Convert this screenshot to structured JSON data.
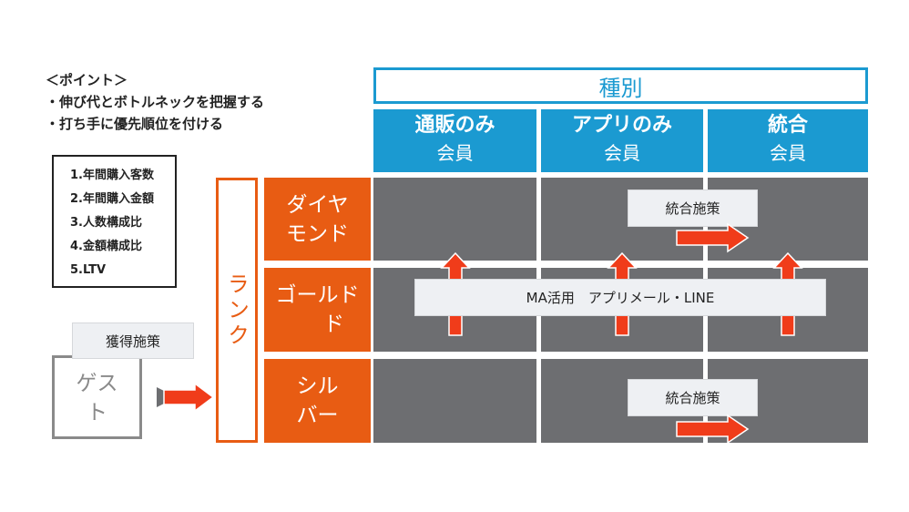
{
  "points": {
    "heading": "＜ポイント＞",
    "items": [
      "・伸び代とボトルネックを把握する",
      "・打ち手に優先順位を付ける"
    ]
  },
  "kpis": [
    "1.年間購入客数",
    "2.年間購入金額",
    "3.人数構成比",
    "4.金額構成比",
    "5.LTV"
  ],
  "category_header": "種別",
  "columns": [
    {
      "title": "通販のみ",
      "sub": "会員"
    },
    {
      "title": "アプリのみ",
      "sub": "会員"
    },
    {
      "title": "統合",
      "sub": "会員"
    }
  ],
  "rank_label": "ランク",
  "rows": [
    {
      "line1": "ダイヤ",
      "line2": "モンド"
    },
    {
      "line1": "ゴールド",
      "line2": ""
    },
    {
      "line1": "シル",
      "line2": "バー"
    }
  ],
  "measures": {
    "integrated_top": "統合施策",
    "ma": "MA活用　アプリメール・LINE",
    "integrated_bottom": "統合施策",
    "acquisition": "獲得施策"
  },
  "guest": {
    "line1": "ゲス",
    "line2": "ト"
  },
  "colors": {
    "blue": "#1b9ad1",
    "orange": "#e85c13",
    "cell_gray": "#6d6e71",
    "arrow_red": "#f03c1a"
  }
}
